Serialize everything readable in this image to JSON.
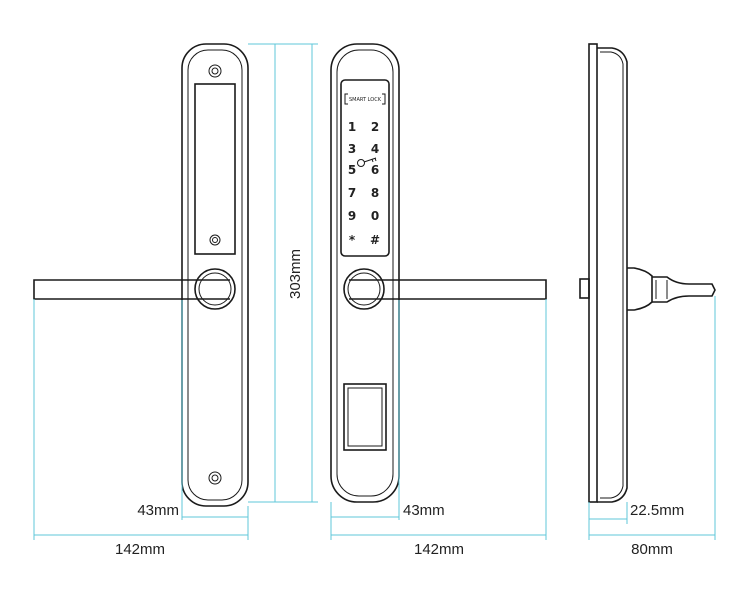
{
  "dimensions": {
    "height": "303mm",
    "front_width": "43mm",
    "front_length": "142mm",
    "back_width": "43mm",
    "back_length": "142mm",
    "side_thickness": "22.5mm",
    "side_depth": "80mm"
  },
  "keypad": {
    "brand": "SMART LOCK",
    "keys": [
      "1",
      "2",
      "3",
      "4",
      "5",
      "6",
      "7",
      "8",
      "9",
      "0",
      "*",
      "#"
    ]
  },
  "colors": {
    "dimension_line": "#5fc7da",
    "outline": "#1a1a1a",
    "background": "#ffffff"
  }
}
